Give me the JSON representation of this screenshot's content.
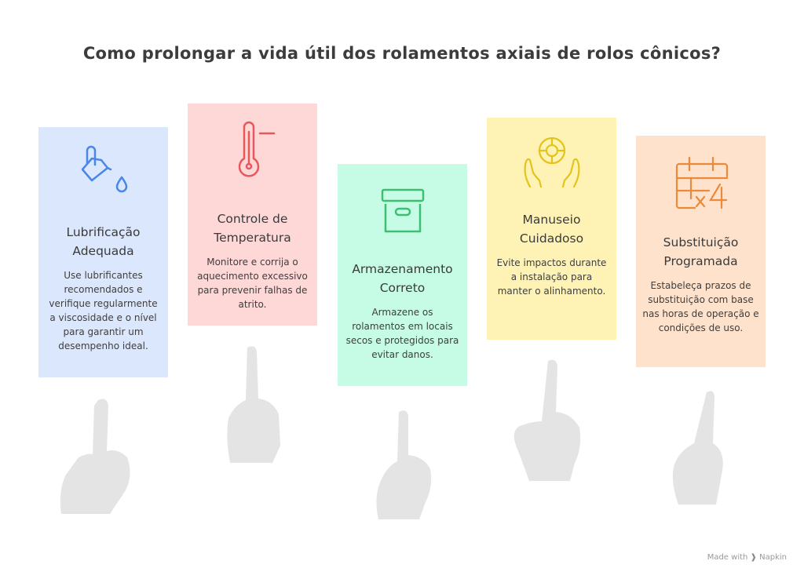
{
  "title": "Como prolongar a vida útil dos rolamentos axiais de rolos cônicos?",
  "cards": [
    {
      "title": "Lubrificação Adequada",
      "text": "Use lubrificantes recomendados e verifique regularmente a viscosidade e o nível para garantir um desempenho ideal.",
      "icon": "oil-can-icon",
      "bg": "#dbe7fd",
      "color": "#4a86e8"
    },
    {
      "title": "Controle de Temperatura",
      "text": "Monitore e corrija o aquecimento excessivo para prevenir falhas de atrito.",
      "icon": "thermometer-icon",
      "bg": "#fed7d7",
      "color": "#e8585a"
    },
    {
      "title": "Armazenamento Correto",
      "text": "Armazene os rolamentos em locais secos e protegidos para evitar danos.",
      "icon": "storage-box-icon",
      "bg": "#c6fce5",
      "color": "#3cbf70"
    },
    {
      "title": "Manuseio Cuidadoso",
      "text": "Evite impactos durante a instalação para manter o alinhamento.",
      "icon": "hands-holding-icon",
      "bg": "#fef3b4",
      "color": "#e2c41c"
    },
    {
      "title": "Substituição Programada",
      "text": "Estabeleça prazos de substituição com base nas horas de operação e condições de uso.",
      "icon": "calendar-x4-icon",
      "bg": "#fee2cb",
      "color": "#ea8a3a"
    }
  ],
  "footer": {
    "made_with": "Made with",
    "brand": "Napkin"
  }
}
